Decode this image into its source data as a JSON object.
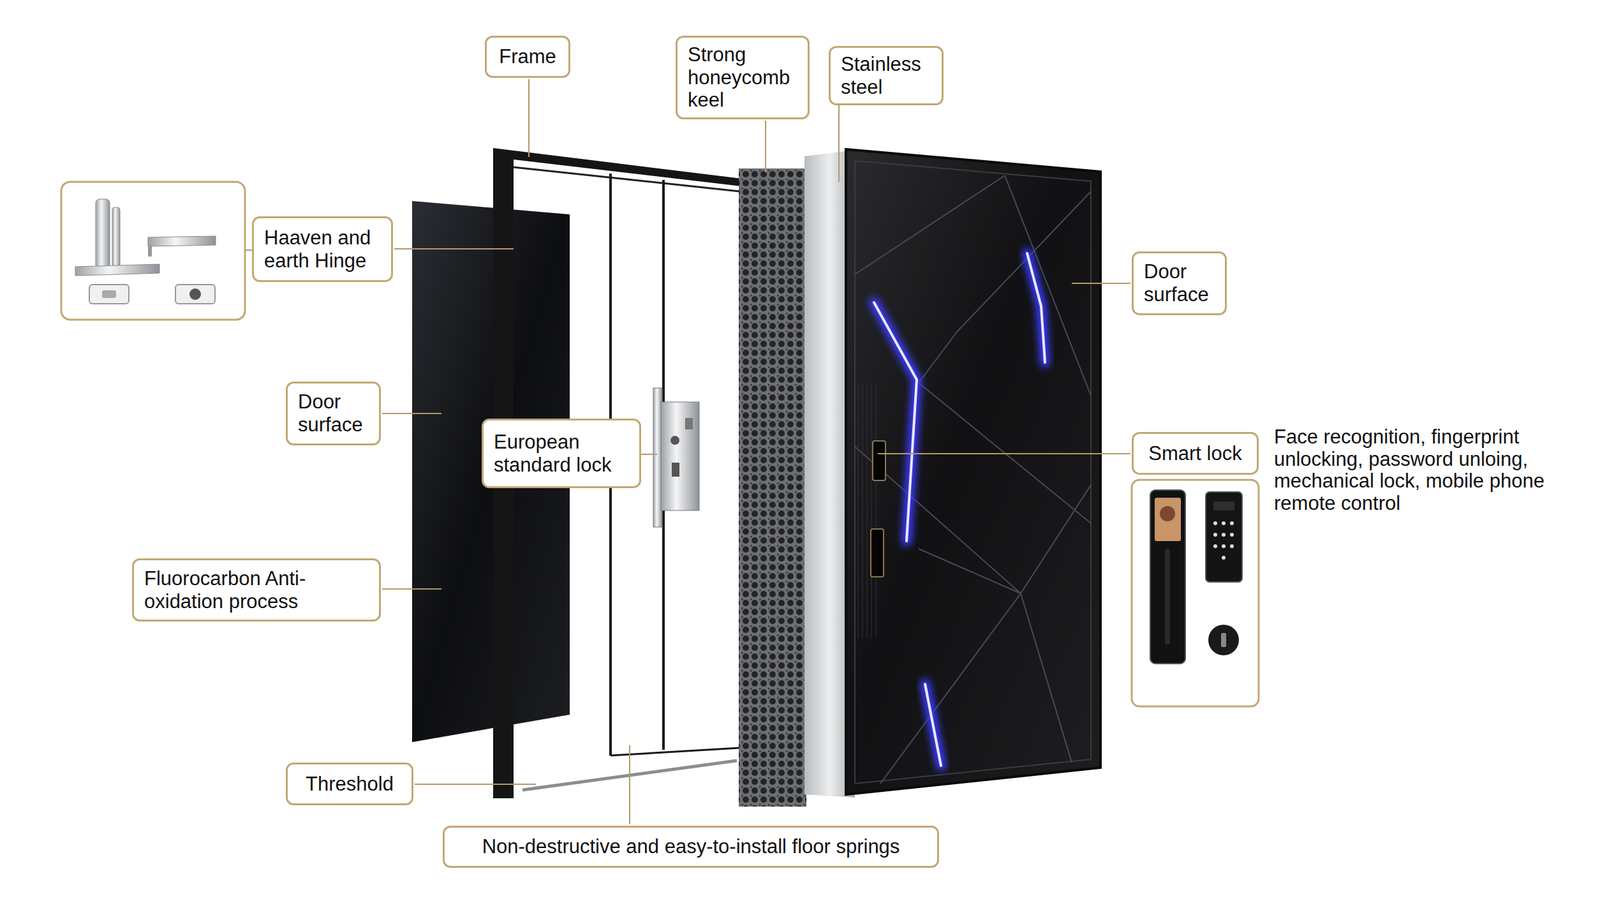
{
  "diagram": {
    "nodes": [
      {
        "text": [
          "Frame"
        ]
      },
      {
        "text": [
          "Strong honeycomb keel"
        ]
      },
      {
        "text": [
          "Stainless steel"
        ]
      },
      {
        "text": [
          "Haaven and earth Hinge"
        ]
      },
      {
        "text": [
          "Door surface"
        ]
      },
      {
        "text": [
          "Door surface"
        ]
      },
      {
        "text": [
          "European standard lock"
        ]
      },
      {
        "text": [
          "Smart lock"
        ]
      },
      {
        "text": [
          "Fluorocarbon Anti-oxidation process"
        ]
      },
      {
        "text": [
          "Threshold"
        ]
      },
      {
        "text": [
          "Non-destructive and easy-to-install floor springs"
        ]
      }
    ],
    "labels": [
      "Face recognition, fingerprint unlocking, password unloing, mechanical lock, mobile phone remote control"
    ]
  }
}
